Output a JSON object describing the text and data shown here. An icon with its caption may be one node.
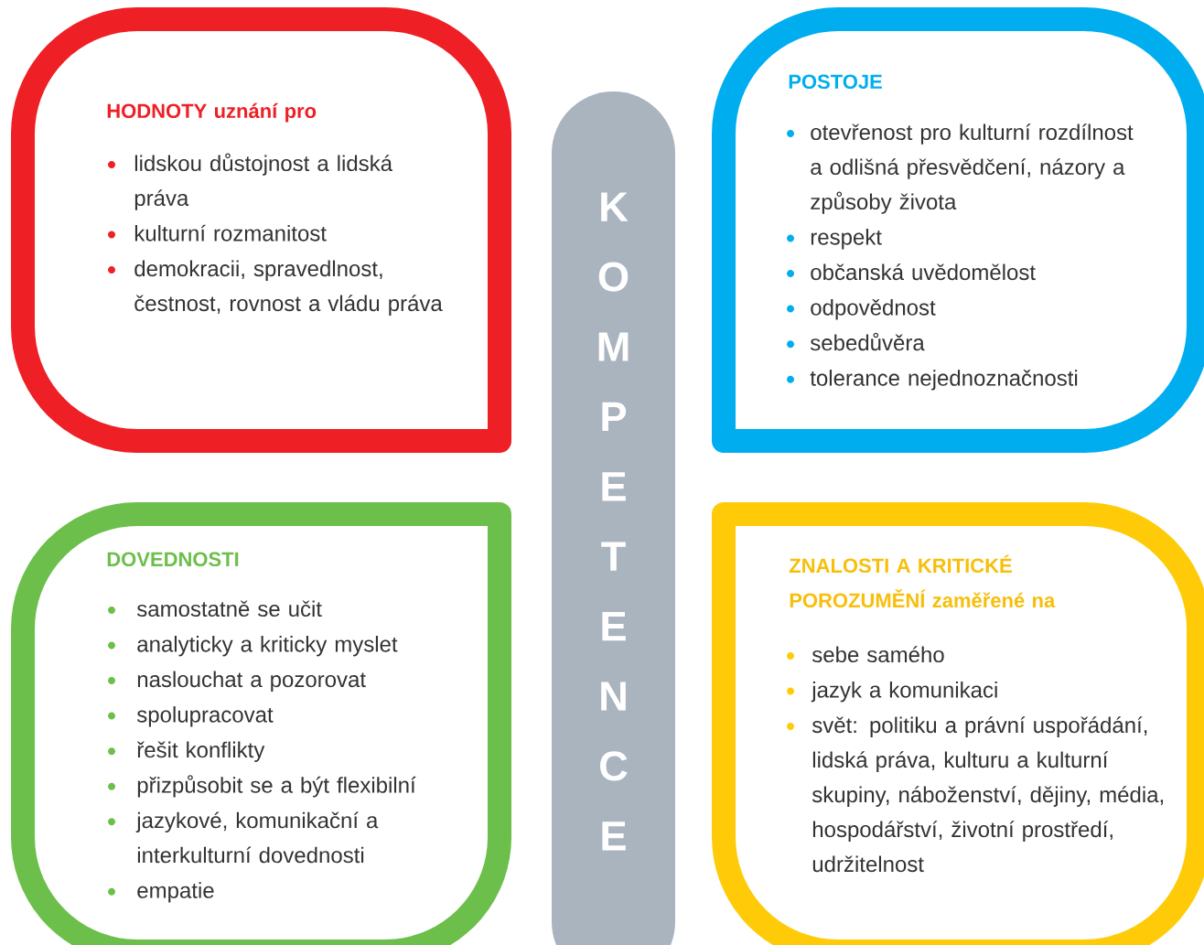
{
  "diagram": {
    "nodes": [
      {
        "text": [
          "HODNOTY uznání pro",
          "lidskou důstojnost a lidská práva",
          "kulturní rozmanitost",
          "demokracii, spravedlnost, čestnost, rovnost a vládu práva"
        ]
      },
      {
        "text": [
          "KOMPETENCE"
        ]
      },
      {
        "text": [
          "POSTOJE",
          "otevřenost pro kulturní rozdílnost a odlišná přesvědčení, názory a způsoby života",
          "respekt",
          "občanská uvědomělost",
          "odpovědnost",
          "sebedůvěra",
          "tolerance nejednoznačnosti"
        ]
      },
      {
        "text": [
          "DOVEDNOSTI",
          "samostatně se učit",
          "analyticky a kriticky myslet",
          "naslouchat a pozorovat",
          "spolupracovat",
          "řešit konflikty",
          "přizpůsobit se a být flexibilní",
          "jazykové, komunikační a interkulturní dovednosti",
          "empatie"
        ]
      },
      {
        "text": [
          "ZNALOSTI A KRITICKÉ POROZUMĚNÍ zaměřené na",
          "sebe samého",
          "jazyk a komunikaci",
          "svět: politiku a právní uspořádání, lidská práva, kulturu a kulturní skupiny, náboženství, dějiny, média, hospodářství, životní prostředí, udržitelnost"
        ]
      }
    ]
  }
}
